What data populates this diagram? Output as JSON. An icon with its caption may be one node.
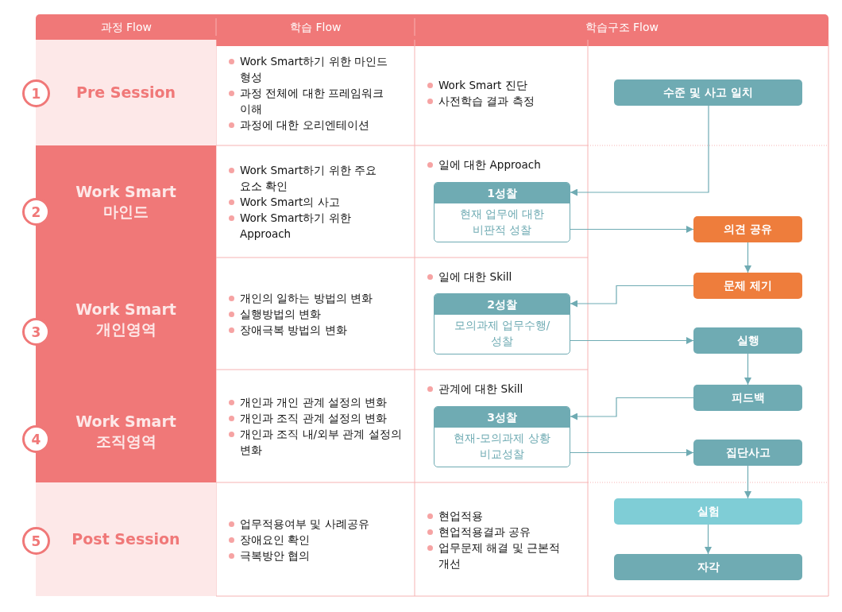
{
  "diagram": {
    "nodes": [
      {
        "text": [
          "Pre Session"
        ]
      },
      {
        "text": [
          "Work Smart 마인드"
        ]
      },
      {
        "text": [
          "Work Smart 개인영역"
        ]
      },
      {
        "text": [
          "Work Smart 조직영역"
        ]
      },
      {
        "text": [
          "Post Session"
        ]
      },
      {
        "text": [
          "1"
        ]
      },
      {
        "text": [
          "2"
        ]
      },
      {
        "text": [
          "3"
        ]
      },
      {
        "text": [
          "4"
        ]
      },
      {
        "text": [
          "5"
        ]
      },
      {
        "text": [
          "1성찰",
          "현재 업무에 대한 비판적 성찰"
        ]
      },
      {
        "text": [
          "2성찰",
          "모의과제 업무수행/성찰"
        ]
      },
      {
        "text": [
          "3성찰",
          "현재-모의과제 상황 비교성찰"
        ]
      },
      {
        "text": [
          "수준 및 사고 일치"
        ]
      },
      {
        "text": [
          "의견 공유"
        ]
      },
      {
        "text": [
          "문제 제기"
        ]
      },
      {
        "text": [
          "실행"
        ]
      },
      {
        "text": [
          "피드백"
        ]
      },
      {
        "text": [
          "집단사고"
        ]
      },
      {
        "text": [
          "실험"
        ]
      },
      {
        "text": [
          "자각"
        ]
      }
    ],
    "edges": [
      {
        "from": 13,
        "to": 10,
        "arrow": "to"
      },
      {
        "from": 10,
        "to": 14,
        "arrow": "to"
      },
      {
        "from": 14,
        "to": 15,
        "arrow": "to"
      },
      {
        "from": 15,
        "to": 11,
        "arrow": "to"
      },
      {
        "from": 11,
        "to": 16,
        "arrow": "to"
      },
      {
        "from": 16,
        "to": 17,
        "arrow": "to"
      },
      {
        "from": 17,
        "to": 12,
        "arrow": "to"
      },
      {
        "from": 12,
        "to": 18,
        "arrow": "to"
      },
      {
        "from": 18,
        "to": 19,
        "arrow": "to"
      },
      {
        "from": 19,
        "to": 20,
        "arrow": "to"
      }
    ],
    "labels": [
      "과정 Flow",
      "학습 Flow",
      "학습구조 Flow",
      "Work Smart하기 위한 마인드 형성",
      "과정 전체에 대한 프레임워크 이해",
      "과정에 대한 오리엔테이션",
      "Work Smart 진단",
      "사전학습 결과 측정",
      "Work Smart하기 위한 주요 요소 확인",
      "Work Smart의 사고",
      "Work Smart하기 위한 Approach",
      "일에 대한 Approach",
      "개인의 일하는 방법의 변화",
      "실행방법의 변화",
      "장애극복 방법의 변화",
      "일에 대한 Skill",
      "개인과 개인 관계 설정의 변화",
      "개인과 조직 관계 설정의 변화",
      "개인과 조직 내/외부 관계 설정의 변화",
      "관계에 대한 Skill",
      "업무적용여부 및 사례공유",
      "장애요인 확인",
      "극복방안 협의",
      "현업적용",
      "현업적용결과 공유",
      "업무문제 해결 및 근본적 개선"
    ]
  }
}
